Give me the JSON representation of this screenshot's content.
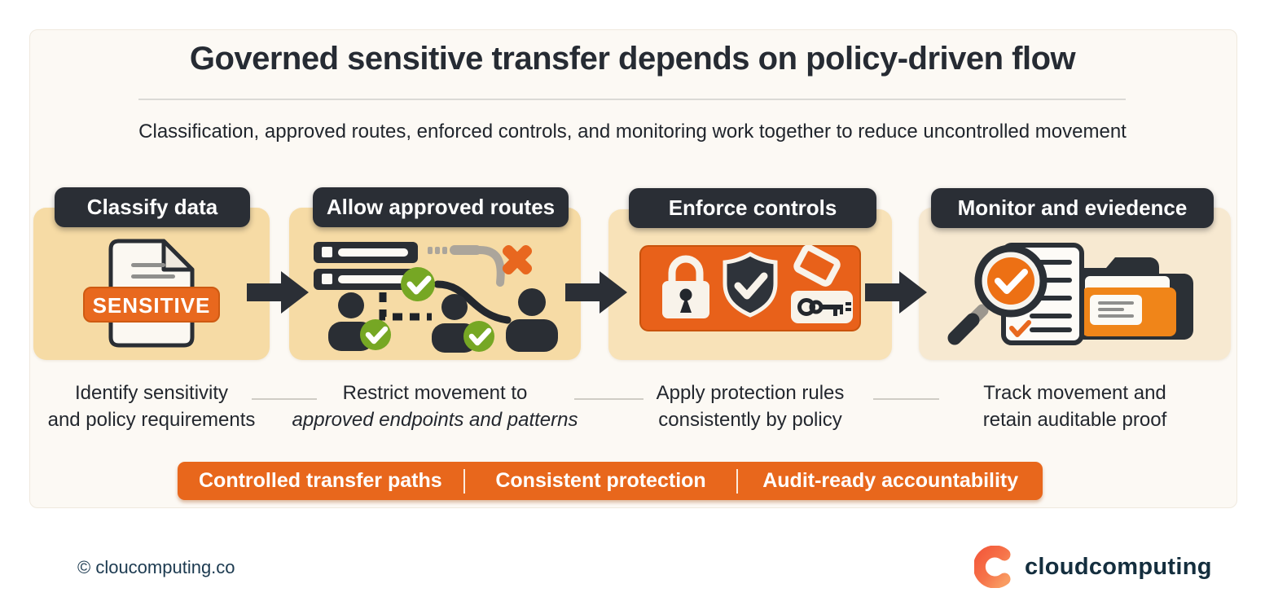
{
  "page": {
    "title": "Governed sensitive transfer depends on policy-driven flow",
    "subtitle": "Classification, approved routes, enforced controls, and monitoring work together to reduce uncontrolled movement"
  },
  "steps": [
    {
      "label": "Classify data",
      "badge": "SENSITIVE",
      "caption_line1": "Identify sensitivity",
      "caption_line2": "and policy requirements",
      "icon": "document-sensitive-icon"
    },
    {
      "label": "Allow approved routes",
      "caption_line1": "Restrict movement to",
      "caption_line2": "approved endpoints and patterns",
      "icon": "approved-routes-icon"
    },
    {
      "label": "Enforce controls",
      "caption_line1": "Apply protection rules",
      "caption_line2": "consistently by policy",
      "icon": "lock-shield-key-icon"
    },
    {
      "label": "Monitor and eviedence",
      "caption_line1": "Track movement and",
      "caption_line2": "retain auditable proof",
      "icon": "magnifier-checklist-folder-icon"
    }
  ],
  "banner": {
    "items": [
      "Controlled transfer paths",
      "Consistent protection",
      "Audit-ready accountability"
    ]
  },
  "footer": {
    "copyright": "© cloucomputing.co",
    "brand": "cloudcomputing"
  },
  "colors": {
    "accent_orange": "#E8671C",
    "deep_orange_panel": "#E8611A",
    "card_peach": "#F6DBA5",
    "card_light_peach": "#F7E9D1",
    "pill_dark": "#2A2E35",
    "check_green": "#76A724",
    "cross_orange": "#E8671F",
    "text_dark": "#23272E",
    "brand_navy": "#142E3E",
    "logo_coral": "#F45B3C"
  }
}
